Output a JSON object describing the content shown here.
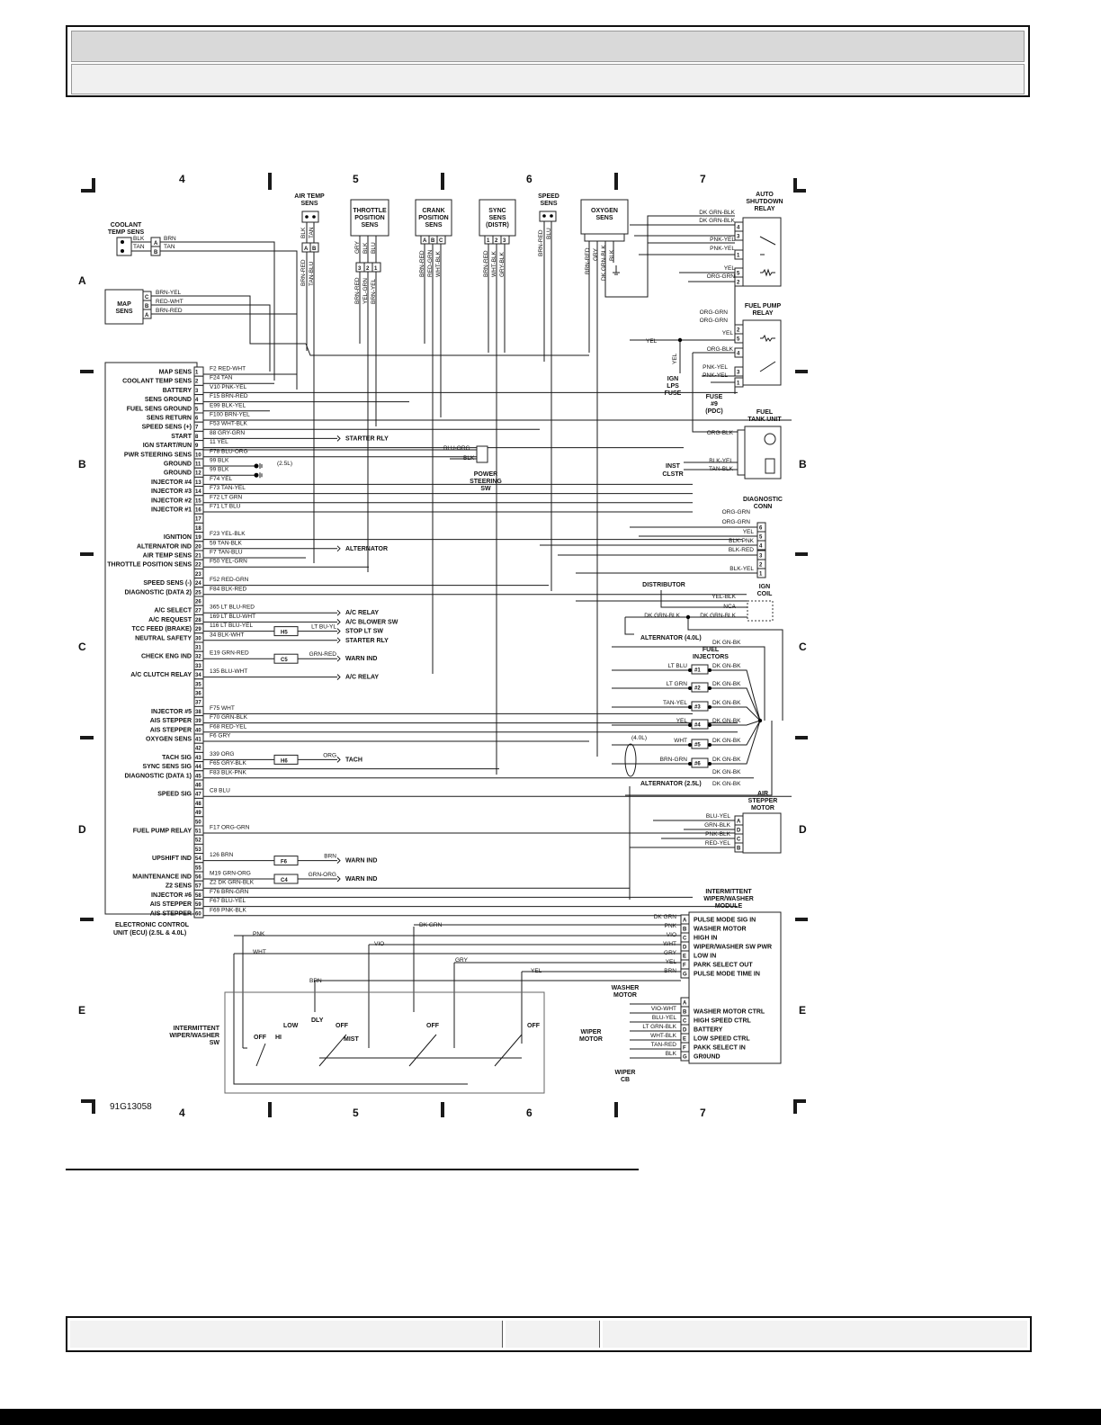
{
  "grid": {
    "columns": [
      "4",
      "5",
      "6",
      "7"
    ],
    "rows": [
      "A",
      "B",
      "C",
      "D",
      "E"
    ],
    "figure_id": "91G13058"
  },
  "ecu": {
    "title_line1": "ELECTRONIC CONTROL",
    "title_line2": "UNIT (ECU) (2.5L & 4.0L)",
    "pins": [
      {
        "n": "1",
        "func": "MAP SENS",
        "wire": "F2 RED-WHT"
      },
      {
        "n": "2",
        "func": "COOLANT TEMP SENS",
        "wire": "F24 TAN"
      },
      {
        "n": "3",
        "func": "BATTERY",
        "wire": "V10 PNK-YEL"
      },
      {
        "n": "4",
        "func": "SENS GROUND",
        "wire": "F15 BRN-RED"
      },
      {
        "n": "5",
        "func": "FUEL SENS GROUND",
        "wire": "E99 BLK-YEL"
      },
      {
        "n": "6",
        "func": "SENS RETURN",
        "wire": "F100 BRN-YEL"
      },
      {
        "n": "7",
        "func": "SPEED SENS (+)",
        "wire": "F53 WHT-BLK"
      },
      {
        "n": "8",
        "func": "START",
        "wire": "88 GRY-GRN",
        "dest": "STARTER RLY"
      },
      {
        "n": "9",
        "func": "IGN START/RUN",
        "wire": "11 YEL"
      },
      {
        "n": "10",
        "func": "PWR STEERING SENS",
        "wire": "F78 BLU-ORG"
      },
      {
        "n": "11",
        "func": "GROUND",
        "wire": "99 BLK"
      },
      {
        "n": "12",
        "func": "GROUND",
        "wire": "99 BLK"
      },
      {
        "n": "13",
        "func": "INJECTOR #4",
        "wire": "F74 YEL"
      },
      {
        "n": "14",
        "func": "INJECTOR #3",
        "wire": "F73 TAN-YEL"
      },
      {
        "n": "15",
        "func": "INJECTOR #2",
        "wire": "F72 LT GRN"
      },
      {
        "n": "16",
        "func": "INJECTOR #1",
        "wire": "F71 LT BLU"
      },
      {
        "n": "17",
        "func": "",
        "wire": ""
      },
      {
        "n": "18",
        "func": "",
        "wire": ""
      },
      {
        "n": "19",
        "func": "IGNITION",
        "wire": "F23 YEL-BLK"
      },
      {
        "n": "20",
        "func": "ALTERNATOR IND",
        "wire": "59 TAN-BLK",
        "dest": "ALTERNATOR"
      },
      {
        "n": "21",
        "func": "AIR TEMP SENS",
        "wire": "F7 TAN-BLU"
      },
      {
        "n": "22",
        "func": "THROTTLE POSITION SENS",
        "wire": "F50 YEL-GRN"
      },
      {
        "n": "23",
        "func": "",
        "wire": ""
      },
      {
        "n": "24",
        "func": "SPEED SENS (-)",
        "wire": "F52 RED-GRN"
      },
      {
        "n": "25",
        "func": "DIAGNOSTIC (DATA 2)",
        "wire": "F84 BLK-RED"
      },
      {
        "n": "26",
        "func": "",
        "wire": ""
      },
      {
        "n": "27",
        "func": "A/C SELECT",
        "wire": "365 LT BLU-RED",
        "dest": "A/C RELAY"
      },
      {
        "n": "28",
        "func": "A/C REQUEST",
        "wire": "169 LT BLU-WHT",
        "dest": "A/C BLOWER SW"
      },
      {
        "n": "29",
        "func": "TCC FEED (BRAKE)",
        "wire": "116 LT BLU-YEL",
        "splice": "H5",
        "wire2": "LT BU-YL",
        "dest": "STOP LT SW"
      },
      {
        "n": "30",
        "func": "NEUTRAL SAFETY",
        "wire": "34 BLK-WHT",
        "dest": "STARTER RLY"
      },
      {
        "n": "31",
        "func": "",
        "wire": ""
      },
      {
        "n": "32",
        "func": "CHECK ENG IND",
        "wire": "E19 GRN-RED",
        "splice": "C5",
        "wire2": "GRN-RED",
        "dest": "WARN IND"
      },
      {
        "n": "33",
        "func": "",
        "wire": ""
      },
      {
        "n": "34",
        "func": "A/C CLUTCH RELAY",
        "wire": "135 BLU-WHT",
        "dest": "A/C RELAY"
      },
      {
        "n": "35",
        "func": "",
        "wire": ""
      },
      {
        "n": "36",
        "func": "",
        "wire": ""
      },
      {
        "n": "37",
        "func": "",
        "wire": ""
      },
      {
        "n": "38",
        "func": "INJECTOR #5",
        "wire": "F75 WHT"
      },
      {
        "n": "39",
        "func": "AIS STEPPER",
        "wire": "F70 GRN-BLK"
      },
      {
        "n": "40",
        "func": "AIS STEPPER",
        "wire": "F68 RED-YEL"
      },
      {
        "n": "41",
        "func": "OXYGEN SENS",
        "wire": "F6 GRY"
      },
      {
        "n": "42",
        "func": "",
        "wire": ""
      },
      {
        "n": "43",
        "func": "TACH SIG",
        "wire": "339 ORG",
        "splice": "H6",
        "wire2": "ORG",
        "dest": "TACH"
      },
      {
        "n": "44",
        "func": "SYNC SENS SIG",
        "wire": "F65 GRY-BLK"
      },
      {
        "n": "45",
        "func": "DIAGNOSTIC (DATA 1)",
        "wire": "F83 BLK-PNK"
      },
      {
        "n": "46",
        "func": "",
        "wire": ""
      },
      {
        "n": "47",
        "func": "SPEED SIG",
        "wire": "C8 BLU"
      },
      {
        "n": "48",
        "func": "",
        "wire": ""
      },
      {
        "n": "49",
        "func": "",
        "wire": ""
      },
      {
        "n": "50",
        "func": "",
        "wire": ""
      },
      {
        "n": "51",
        "func": "FUEL PUMP RELAY",
        "wire": "F17 ORG-GRN"
      },
      {
        "n": "52",
        "func": "",
        "wire": ""
      },
      {
        "n": "53",
        "func": "",
        "wire": ""
      },
      {
        "n": "54",
        "func": "UPSHIFT IND",
        "wire": "126 BRN",
        "splice": "F6",
        "wire2": "BRN",
        "dest": "WARN IND"
      },
      {
        "n": "55",
        "func": "",
        "wire": ""
      },
      {
        "n": "56",
        "func": "MAINTENANCE IND",
        "wire": "M19 GRN-ORG",
        "splice": "C4",
        "wire2": "GRN-ORG",
        "dest": "WARN IND"
      },
      {
        "n": "57",
        "func": "Z2 SENS",
        "wire": "Z2 DK GRN-BLK"
      },
      {
        "n": "58",
        "func": "INJECTOR #6",
        "wire": "F76 BRN-GRN"
      },
      {
        "n": "59",
        "func": "AIS STEPPER",
        "wire": "F67 BLU-YEL"
      },
      {
        "n": "60",
        "func": "AIS STEPPER",
        "wire": "F69 PNK-BLK"
      }
    ],
    "note_25l": "(2.5L)"
  },
  "coolant": {
    "l1": "COOLANT",
    "l2": "TEMP SENS",
    "w1": "BLK",
    "w2": "TAN",
    "p1": "A",
    "p2": "B",
    "w3": "BRN",
    "w4": "TAN"
  },
  "map": {
    "l1": "MAP",
    "l2": "SENS",
    "pins": [
      "C",
      "B",
      "A"
    ],
    "wires": [
      "BRN-YEL",
      "RED-WHT",
      "BRN-RED"
    ]
  },
  "air_temp": {
    "l1": "AIR TEMP",
    "l2": "SENS",
    "w1": "BLK",
    "w2": "TAN",
    "p1": "A",
    "p2": "B",
    "w3": "BRN-RED",
    "w4": "TAN-BLU"
  },
  "throttle": {
    "l1": "THROTTLE",
    "l2": "POSITION",
    "l3": "SENS",
    "wires_top": [
      "GRY",
      "BLK",
      "BLU"
    ],
    "pins": [
      "3",
      "2",
      "1"
    ],
    "wires_bot": [
      "BRN-RED",
      "YEL-GRN",
      "BRN-YEL"
    ]
  },
  "crank": {
    "l1": "CRANK",
    "l2": "POSITION",
    "l3": "SENS",
    "pins": [
      "A",
      "B",
      "C"
    ],
    "wires": [
      "BRN-RED",
      "RED-GRN",
      "WHT-BLK"
    ]
  },
  "sync": {
    "l1": "SYNC",
    "l2": "SENS",
    "l3": "(DISTR)",
    "pins": [
      "1",
      "2",
      "3"
    ],
    "wires": [
      "BRN-RED",
      "WHT-BLK",
      "GRY-BLK"
    ]
  },
  "speed": {
    "l1": "SPEED",
    "l2": "SENS",
    "wires": [
      "BRN-RED",
      "BLU"
    ]
  },
  "oxygen": {
    "l1": "OXYGEN",
    "l2": "SENS",
    "wires": [
      "BRN-RED",
      "GRY",
      "DK GRN-BLK",
      "BLK"
    ]
  },
  "asd_relay": {
    "l1": "AUTO",
    "l2": "SHUTDOWN",
    "l3": "RELAY",
    "pins": [
      "4",
      "3",
      "1",
      "5",
      "2"
    ],
    "wires": [
      "DK GRN-BLK",
      "DK GRN-BLK",
      "PNK-YEL",
      "PNK-YEL",
      "YEL",
      "ORG-GRN"
    ]
  },
  "fp_relay": {
    "l1": "FUEL PUMP",
    "l2": "RELAY",
    "pins": [
      "2",
      "5",
      "4",
      "3",
      "1"
    ],
    "wires": [
      "ORG-GRN",
      "ORG-GRN",
      "YEL",
      "ORG-BLK",
      "PNK-YEL",
      "PNK-YEL"
    ],
    "yel": "YEL",
    "yel_v": "YEL",
    "fuse_l1": "IGN",
    "fuse_l2": "LPS",
    "fuse_l3": "FUSE",
    "fuse9_l1": "FUSE",
    "fuse9_l2": "#9",
    "fuse9_l3": "(PDC)"
  },
  "fuel_tank": {
    "l1": "FUEL",
    "l2": "TANK UNIT",
    "wires": [
      "ORG-BLK",
      "BLK-YEL",
      "TAN-BLK"
    ],
    "inst_l1": "INST",
    "inst_l2": "CLSTR"
  },
  "power_steering": {
    "l1": "POWER",
    "l2": "STEERING",
    "l3": "SW",
    "wires": [
      "BLU-ORG",
      "BLK"
    ]
  },
  "diag_conn": {
    "l1": "DIAGNOSTIC",
    "l2": "CONN",
    "pins": [
      "6",
      "5",
      "4",
      "3",
      "2",
      "1"
    ],
    "wires": [
      "ORG-GRN",
      "ORG-GRN",
      "YEL",
      "BLK-PNK",
      "BLK-RED",
      "BLK-YEL"
    ]
  },
  "ign_coil": {
    "distributor": "DISTRIBUTOR",
    "l1": "IGN",
    "l2": "COIL",
    "wires": [
      "YEL-BLK",
      "NCA",
      "DK GRN-BLK",
      "DK GRN-BLK"
    ],
    "alt40": "ALTERNATOR (4.0L)",
    "dk": "DK GN-BK"
  },
  "injectors": {
    "l1": "FUEL",
    "l2": "INJECTORS",
    "ids": [
      "#1",
      "#2",
      "#3",
      "#4",
      "#5",
      "#6"
    ],
    "left": [
      "LT BLU",
      "LT GRN",
      "TAN-YEL",
      "YEL",
      "WHT",
      "BRN-GRN"
    ],
    "right": "DK GN-BK",
    "note40": "(4.0L)",
    "alt25": "ALTERNATOR (2.5L)"
  },
  "air_stepper": {
    "l1": "AIR",
    "l2": "STEPPER",
    "l3": "MOTOR",
    "pins": [
      "A",
      "D",
      "C",
      "B"
    ],
    "wires": [
      "BLU-YEL",
      "GRN-BLK",
      "PNK-BLK",
      "RED-YEL"
    ]
  },
  "wiper_module": {
    "l1": "INTERMITTENT",
    "l2": "WIPER/WASHER",
    "l3": "MODULE",
    "pins_top": [
      "A",
      "B",
      "C",
      "D",
      "E",
      "F",
      "G"
    ],
    "funcs_top": [
      "PULSE MODE SIG IN",
      "WASHER MOTOR",
      "HIGH IN",
      "WIPER/WASHER SW PWR",
      "LOW IN",
      "PARK SELECT OUT",
      "PULSE MODE TIME IN"
    ],
    "wires_top": [
      "DK GRN",
      "PNK",
      "VIO",
      "WHT",
      "GRY",
      "YEL",
      "BRN"
    ],
    "pins_bot": [
      "A",
      "B",
      "C",
      "D",
      "E",
      "F",
      "G"
    ],
    "funcs_bot": [
      "",
      "WASHER MOTOR CTRL",
      "HIGH SPEED CTRL",
      "BATTERY",
      "LOW SPEED CTRL",
      "PAKK SELECT IN",
      "GR0UND"
    ],
    "wires_bot": [
      "",
      "VIO-WHT",
      "BLU-YEL",
      "LT GRN-BLK",
      "WHT-BLK",
      "TAN-RED",
      "BLK"
    ],
    "washer_l1": "WASHER",
    "washer_l2": "MOTOR",
    "wmotor_l1": "WIPER",
    "wmotor_l2": "MOTOR",
    "cb_l1": "WIPER",
    "cb_l2": "CB"
  },
  "wiper_switch": {
    "l1": "INTERMITTENT",
    "l2": "WIPER/WASHER",
    "l3": "SW",
    "positions": [
      "OFF",
      "HI",
      "LOW",
      "DLY",
      "OFF",
      "MIST",
      "OFF",
      "OFF"
    ],
    "wires": [
      "PNK",
      "WHT",
      "VIO",
      "DK GRN",
      "GRY",
      "YEL",
      "BRN"
    ]
  }
}
